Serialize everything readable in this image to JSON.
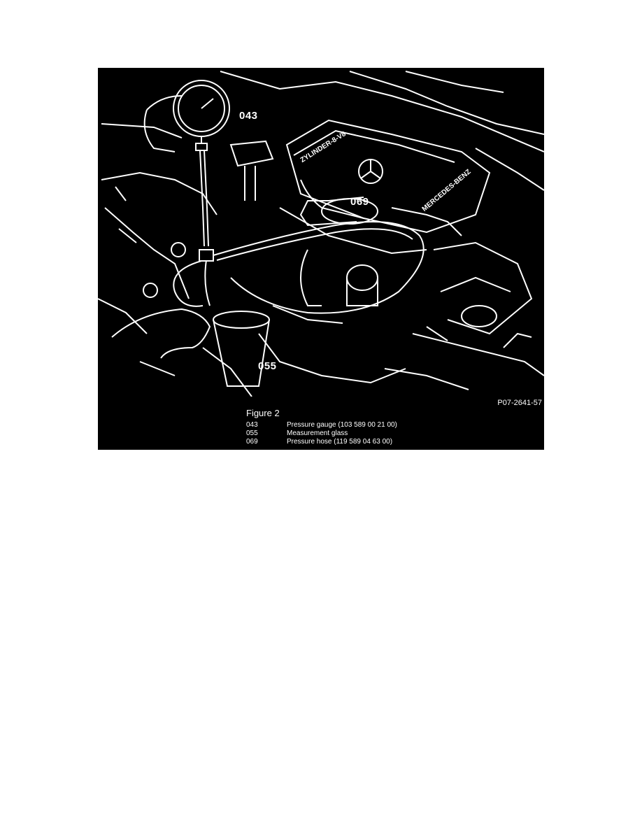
{
  "figure": {
    "illustration": {
      "description_icon": "engine-fuel-pressure-test-illustration-icon",
      "callouts": {
        "gauge": "043",
        "hose": "069",
        "glass": "055"
      },
      "engine_cover_text_left": "ZYLINDER-8-V8",
      "engine_cover_text_right": "MERCEDES-BENZ"
    },
    "reference_number": "P07-2641-57",
    "caption": "Figure 2",
    "legend": [
      {
        "code": "043",
        "description": "Pressure gauge (103 589 00 21 00)"
      },
      {
        "code": "055",
        "description": "Measurement glass"
      },
      {
        "code": "069",
        "description": "Pressure hose (119 589 04 63 00)"
      }
    ]
  }
}
